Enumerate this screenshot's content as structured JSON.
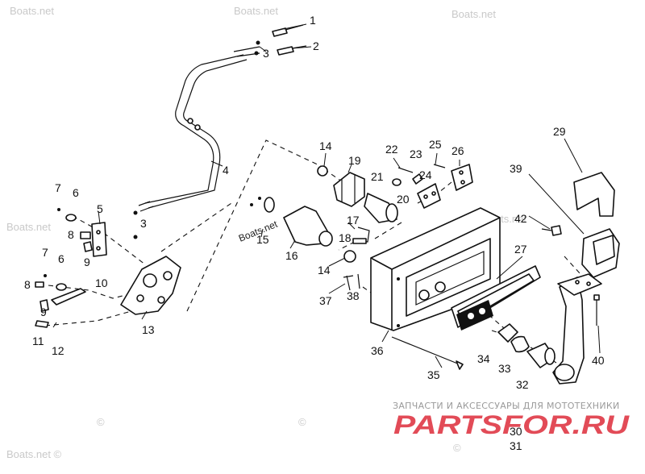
{
  "watermarks": {
    "site": "Boats.net",
    "site_c": "Boats.net ©",
    "copyright": "©"
  },
  "banner": {
    "text": "ЗАПЧАСТИ И АКСЕССУАРЫ ДЛЯ МОТОТЕХНИКИ",
    "logo_text": "PARTSFOR.RU",
    "logo_color": "#e24b57"
  },
  "callouts": {
    "n1": "1",
    "n2": "2",
    "n3a": "3",
    "n3b": "3",
    "n4": "4",
    "n5": "5",
    "n6a": "6",
    "n6b": "6",
    "n7a": "7",
    "n7b": "7",
    "n8a": "8",
    "n8b": "8",
    "n9a": "9",
    "n9b": "9",
    "n10": "10",
    "n11": "11",
    "n12": "12",
    "n13": "13",
    "n14a": "14",
    "n14b": "14",
    "n15": "15",
    "n16": "16",
    "n17": "17",
    "n18": "18",
    "n19": "19",
    "n20": "20",
    "n21": "21",
    "n22": "22",
    "n23": "23",
    "n24": "24",
    "n25": "25",
    "n26": "26",
    "n27": "27",
    "n29": "29",
    "n30": "30",
    "n31": "31",
    "n32": "32",
    "n33": "33",
    "n34": "34",
    "n35": "35",
    "n36": "36",
    "n37": "37",
    "n38": "38",
    "n39": "39",
    "n40": "40",
    "n42": "42"
  }
}
